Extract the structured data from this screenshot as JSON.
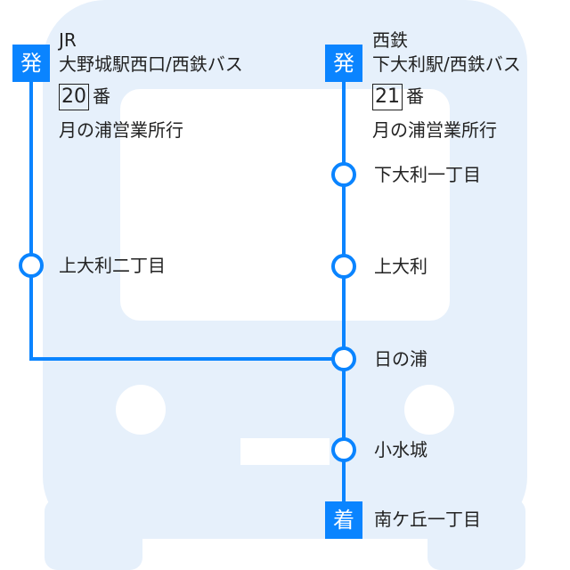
{
  "colors": {
    "route": "#0a84ff",
    "background_bus": "#e6f0fb"
  },
  "left_route": {
    "depart_label": "発",
    "operator": "JR",
    "stop": "大野城駅西口/西鉄バス",
    "number": "20",
    "number_suffix": "番",
    "destination": "月の浦営業所行",
    "stops": [
      "上大利二丁目"
    ]
  },
  "right_route": {
    "depart_label": "発",
    "operator": "西鉄",
    "stop": "下大利駅/西鉄バス",
    "number": "21",
    "number_suffix": "番",
    "destination": "月の浦営業所行",
    "stops": [
      "下大利一丁目",
      "上大利",
      "日の浦",
      "小水城"
    ],
    "arrive_label": "着",
    "arrival": "南ケ丘一丁目"
  }
}
